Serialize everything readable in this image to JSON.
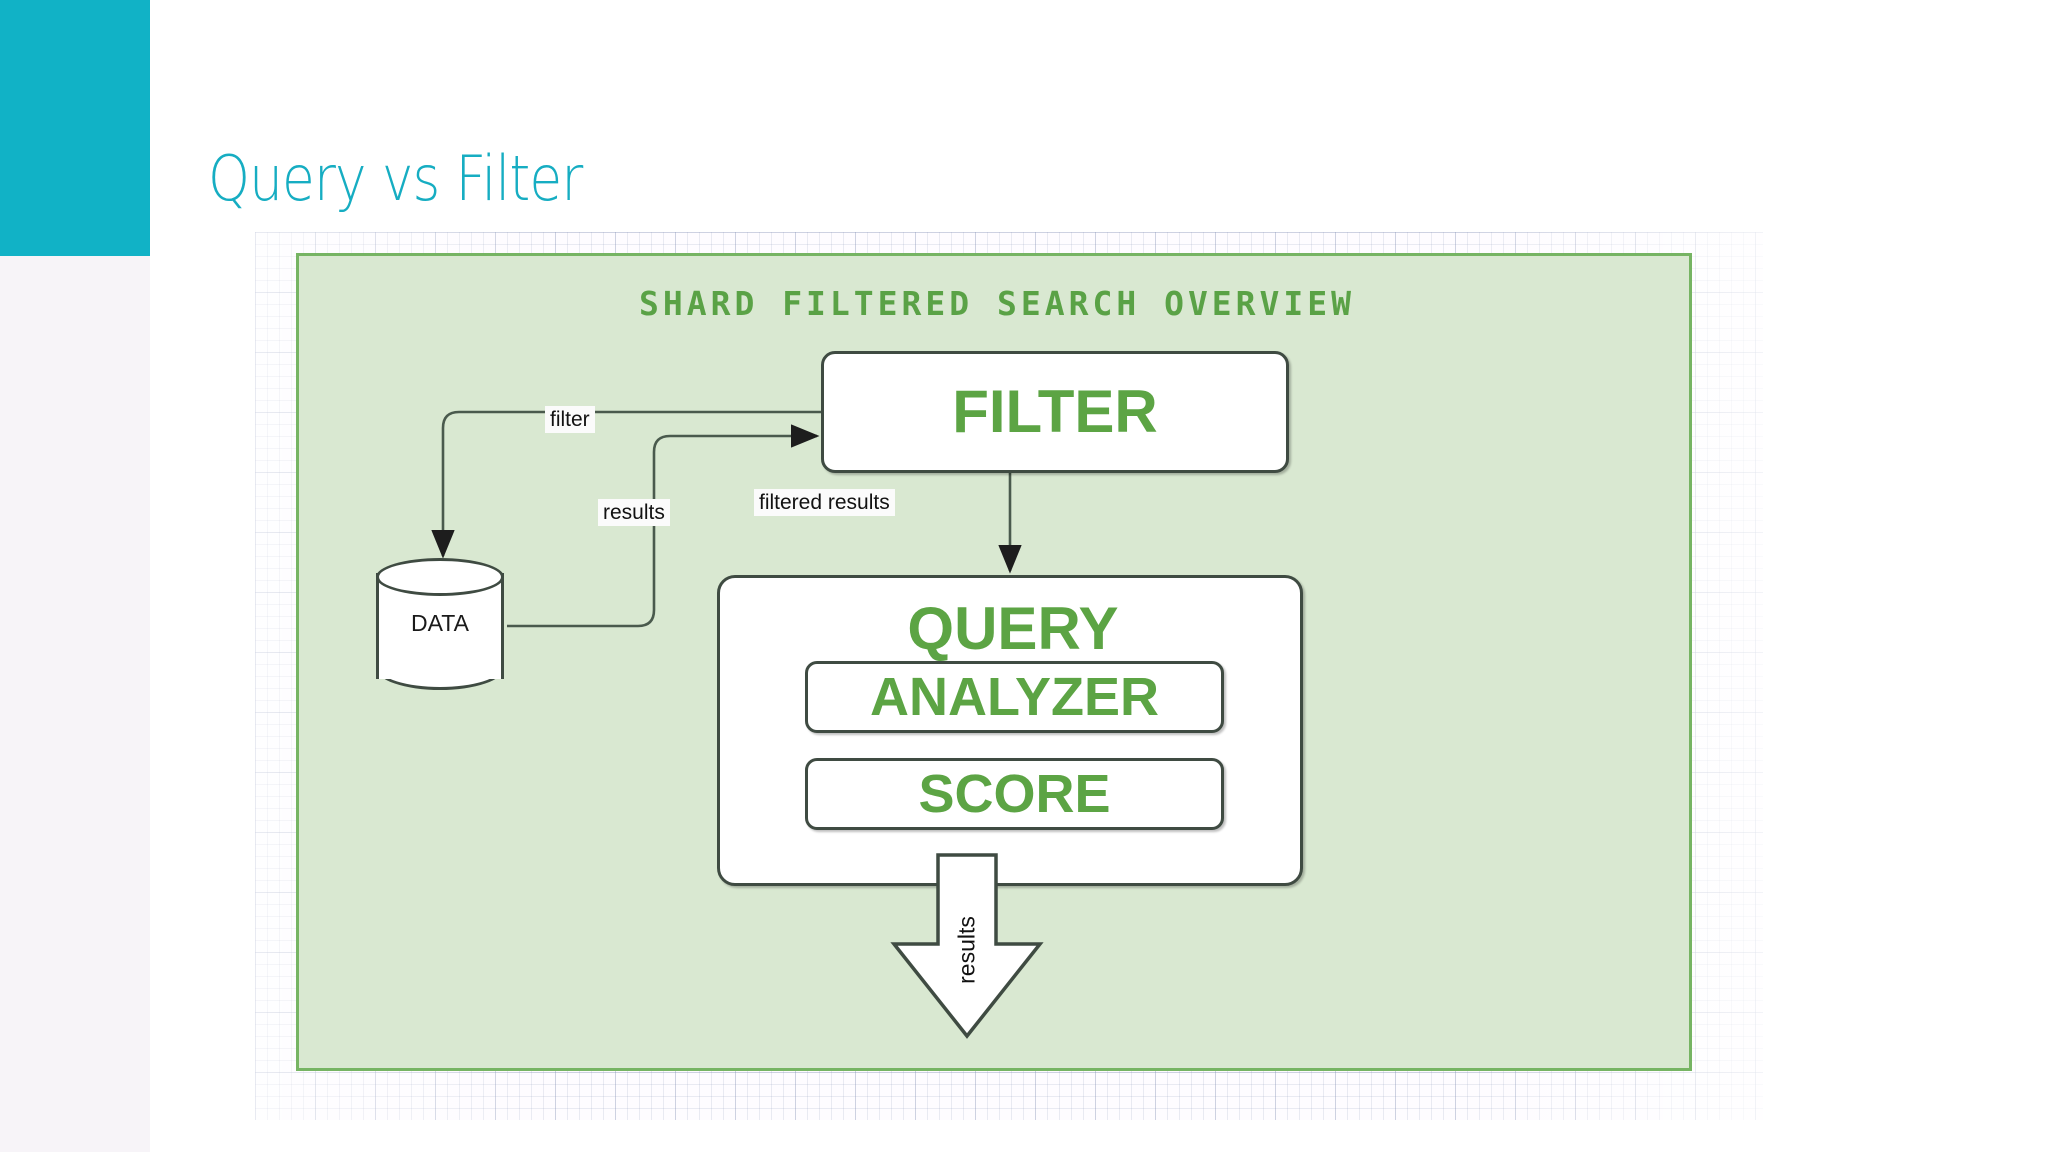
{
  "slide": {
    "title": "Query vs Filter",
    "accent_color": "#11B2C6",
    "background_color": "#ffffff"
  },
  "diagram": {
    "title": "SHARD FILTERED SEARCH OVERVIEW",
    "panel_fill": "#d9e8d1",
    "panel_border": "#76b463",
    "node_text_color": "#5ca444",
    "node_border_color": "#3f4b42",
    "nodes": {
      "filter": "FILTER",
      "query": "QUERY",
      "analyzer": "ANALYZER",
      "score": "SCORE",
      "data": "DATA"
    },
    "edges": {
      "filter": "filter",
      "results": "results",
      "filtered_results": "filtered results",
      "output_results": "results"
    }
  }
}
